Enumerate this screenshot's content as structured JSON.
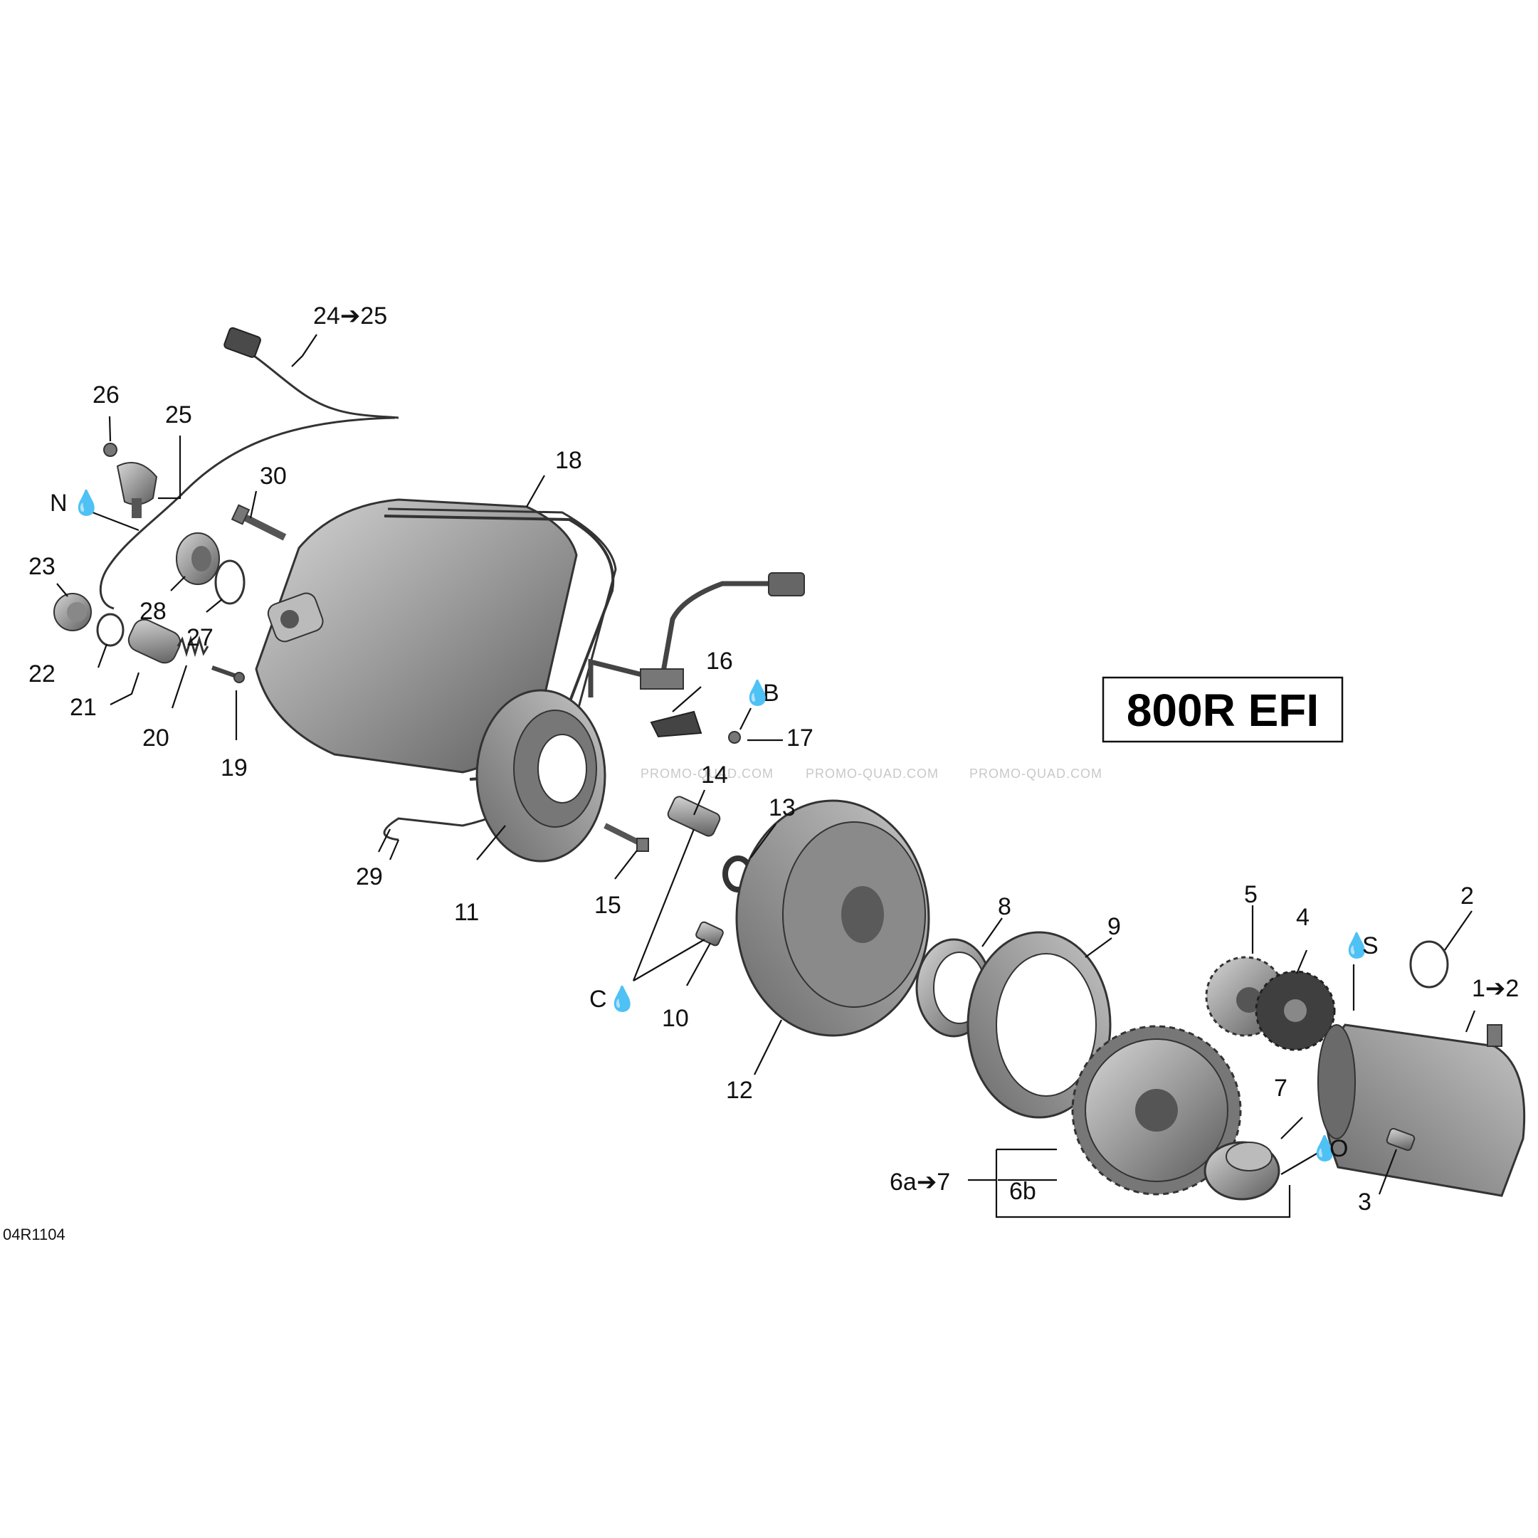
{
  "title": "800R EFI",
  "diagram_code": "04R1104",
  "watermark": "PROMO-QUAD.COM",
  "colors": {
    "part_fill": "#9a9a9a",
    "part_dark": "#5a5a5a",
    "line": "#111111",
    "background": "#ffffff"
  },
  "callouts": {
    "c1to2": "1➔2",
    "c2": "2",
    "c3": "3",
    "c4": "4",
    "c5": "5",
    "c6a": "6a➔7",
    "c6b": "6b",
    "c7": "7",
    "c8": "8",
    "c9": "9",
    "c10": "10",
    "c11": "11",
    "c12": "12",
    "c13": "13",
    "c14": "14",
    "c15": "15",
    "c16": "16",
    "c17": "17",
    "c18": "18",
    "c19": "19",
    "c20": "20",
    "c21": "21",
    "c22": "22",
    "c23": "23",
    "c24to25": "24➔25",
    "c25": "25",
    "c26": "26",
    "c27": "27",
    "c28": "28",
    "c29": "29",
    "c30": "30"
  },
  "lubricants": {
    "N": "N",
    "B": "B",
    "C": "C",
    "S": "S",
    "O": "O"
  }
}
